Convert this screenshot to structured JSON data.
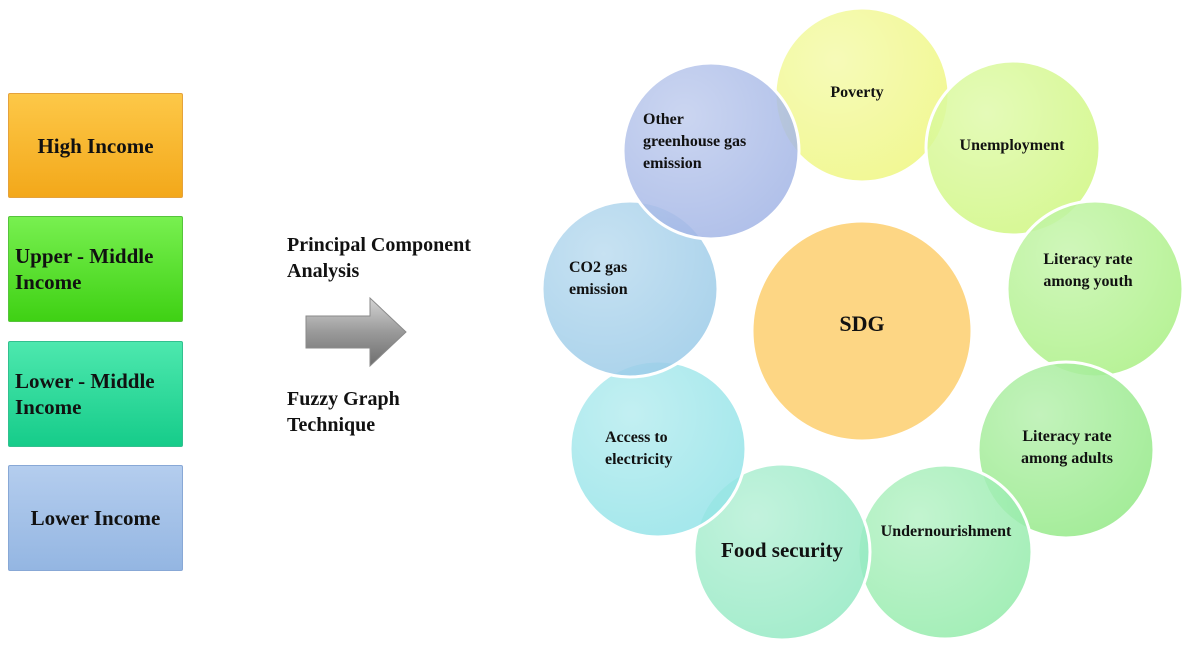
{
  "income_groups": [
    {
      "label": "High Income",
      "color": "#f7b52a"
    },
    {
      "label": "Upper - Middle Income",
      "color": "#4fd826"
    },
    {
      "label": "Lower - Middle Income",
      "color": "#20d494"
    },
    {
      "label": "Lower Income",
      "color": "#a4c2ea"
    }
  ],
  "methods": {
    "pca": "Principal Component Analysis",
    "fuzzy": "Fuzzy Graph Technique"
  },
  "center": {
    "label": "SDG",
    "color": "#fdd27a"
  },
  "indicators": [
    {
      "label": "Poverty",
      "color": "#eef77a"
    },
    {
      "label": "Unemployment",
      "color": "#cdf77a"
    },
    {
      "label": "Literacy rate among youth",
      "color": "#a6ef7e"
    },
    {
      "label": "Literacy rate among adults",
      "color": "#8ee880"
    },
    {
      "label": "Undernourishment",
      "color": "#8eeaa6"
    },
    {
      "label": "Food security",
      "color": "#8ee8c0"
    },
    {
      "label": "Access to electricity",
      "color": "#8ee2e6"
    },
    {
      "label": "CO2 gas emission",
      "color": "#96c8e6"
    },
    {
      "label": "Other greenhouse gas emission",
      "color": "#9db1e4"
    }
  ]
}
